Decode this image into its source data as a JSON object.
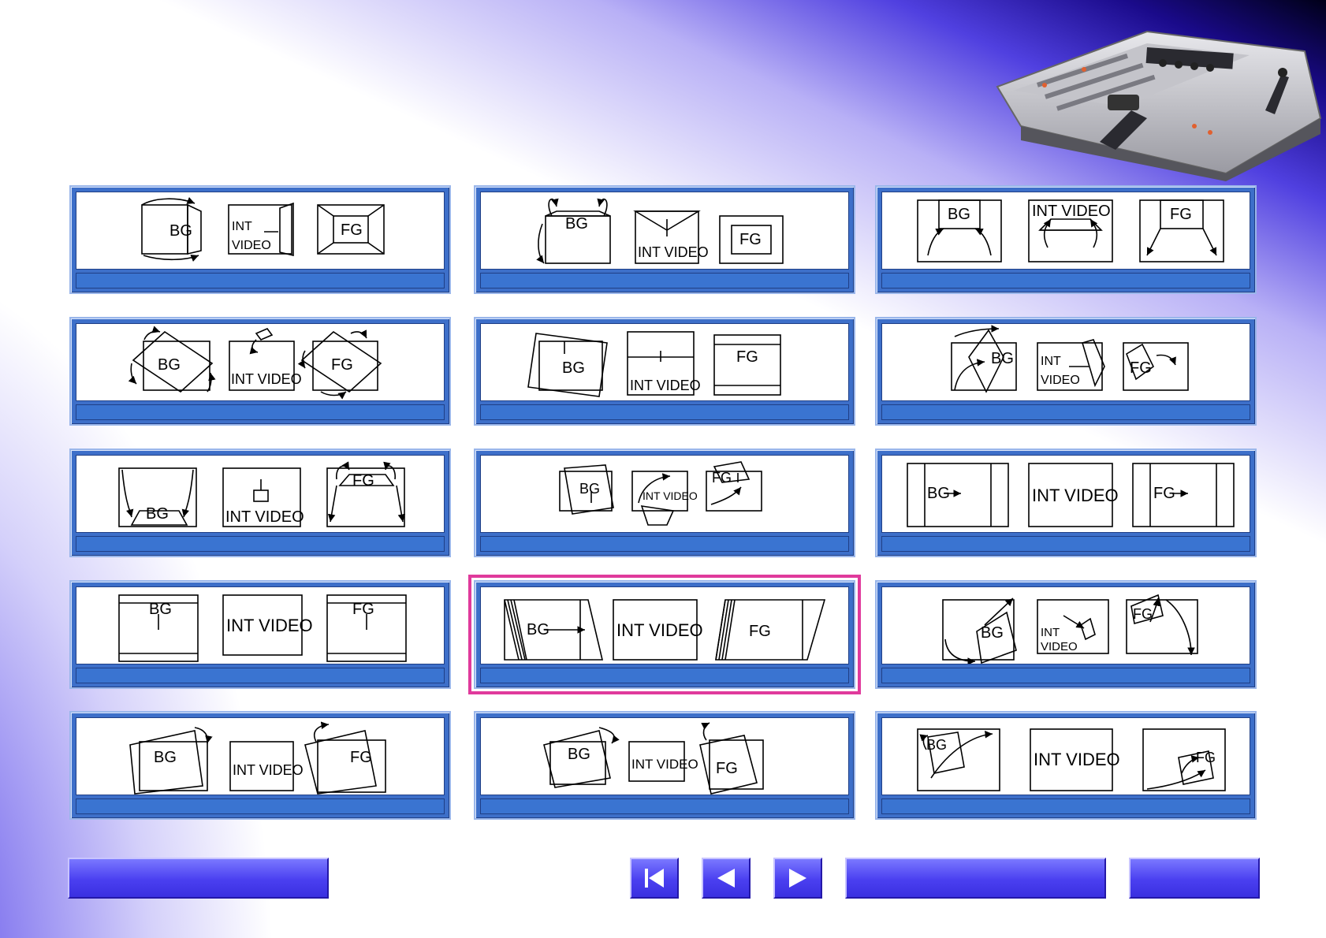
{
  "page": {
    "accent_color": "#3d6fc9",
    "selected_color": "#e03a9c",
    "button_color": "#4a3ff0"
  },
  "tiles": [
    {
      "labels": [
        "BG",
        "INT VIDEO",
        "FG"
      ],
      "caption": "",
      "selected": false
    },
    {
      "labels": [
        "BG",
        "INT VIDEO",
        "FG"
      ],
      "caption": "",
      "selected": false
    },
    {
      "labels": [
        "BG",
        "INT VIDEO",
        "FG"
      ],
      "caption": "",
      "selected": false
    },
    {
      "labels": [
        "BG",
        "INT VIDEO",
        "FG"
      ],
      "caption": "",
      "selected": false
    },
    {
      "labels": [
        "BG",
        "INT VIDEO",
        "FG"
      ],
      "caption": "",
      "selected": false
    },
    {
      "labels": [
        "BG",
        "INT VIDEO",
        "FG"
      ],
      "caption": "",
      "selected": false
    },
    {
      "labels": [
        "BG",
        "INT VIDEO",
        "FG"
      ],
      "caption": "",
      "selected": false
    },
    {
      "labels": [
        "BG",
        "INT VIDEO",
        "FG"
      ],
      "caption": "",
      "selected": false
    },
    {
      "labels": [
        "BG",
        "INT VIDEO",
        "FG"
      ],
      "caption": "",
      "selected": false
    },
    {
      "labels": [
        "BG",
        "INT VIDEO",
        "FG"
      ],
      "caption": "",
      "selected": false
    },
    {
      "labels": [
        "BG",
        "INT VIDEO",
        "FG"
      ],
      "caption": "",
      "selected": true
    },
    {
      "labels": [
        "BG",
        "INT VIDEO",
        "FG"
      ],
      "caption": "",
      "selected": false
    },
    {
      "labels": [
        "BG",
        "INT VIDEO",
        "FG"
      ],
      "caption": "",
      "selected": false
    },
    {
      "labels": [
        "BG",
        "INT VIDEO",
        "FG"
      ],
      "caption": "",
      "selected": false
    },
    {
      "labels": [
        "BG",
        "INT VIDEO",
        "FG"
      ],
      "caption": "",
      "selected": false
    }
  ],
  "nav": {
    "left_button_label": "",
    "first_icon": "skip-to-first-icon",
    "prev_icon": "previous-arrow-icon",
    "next_icon": "next-arrow-icon",
    "wide_button_label": "",
    "right_button_label": ""
  }
}
